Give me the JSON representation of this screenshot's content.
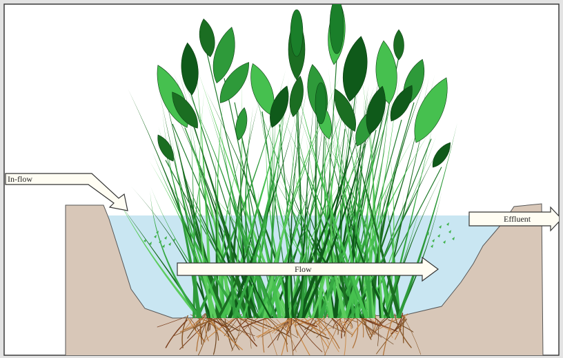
{
  "labels": {
    "inflow": "In-flow",
    "flow": "Flow",
    "effluent": "Effluent"
  },
  "colors": {
    "background": "#e3e3e3",
    "panel": "#ffffff",
    "soil": "#d8c7b8",
    "water": "#c9e6f2",
    "arrow_fill": "#fffdf3",
    "leaf_dark": "#1b6e22",
    "leaf_mid": "#2e9a3a",
    "leaf_light": "#46c04f",
    "root": "#8a5a2c"
  }
}
